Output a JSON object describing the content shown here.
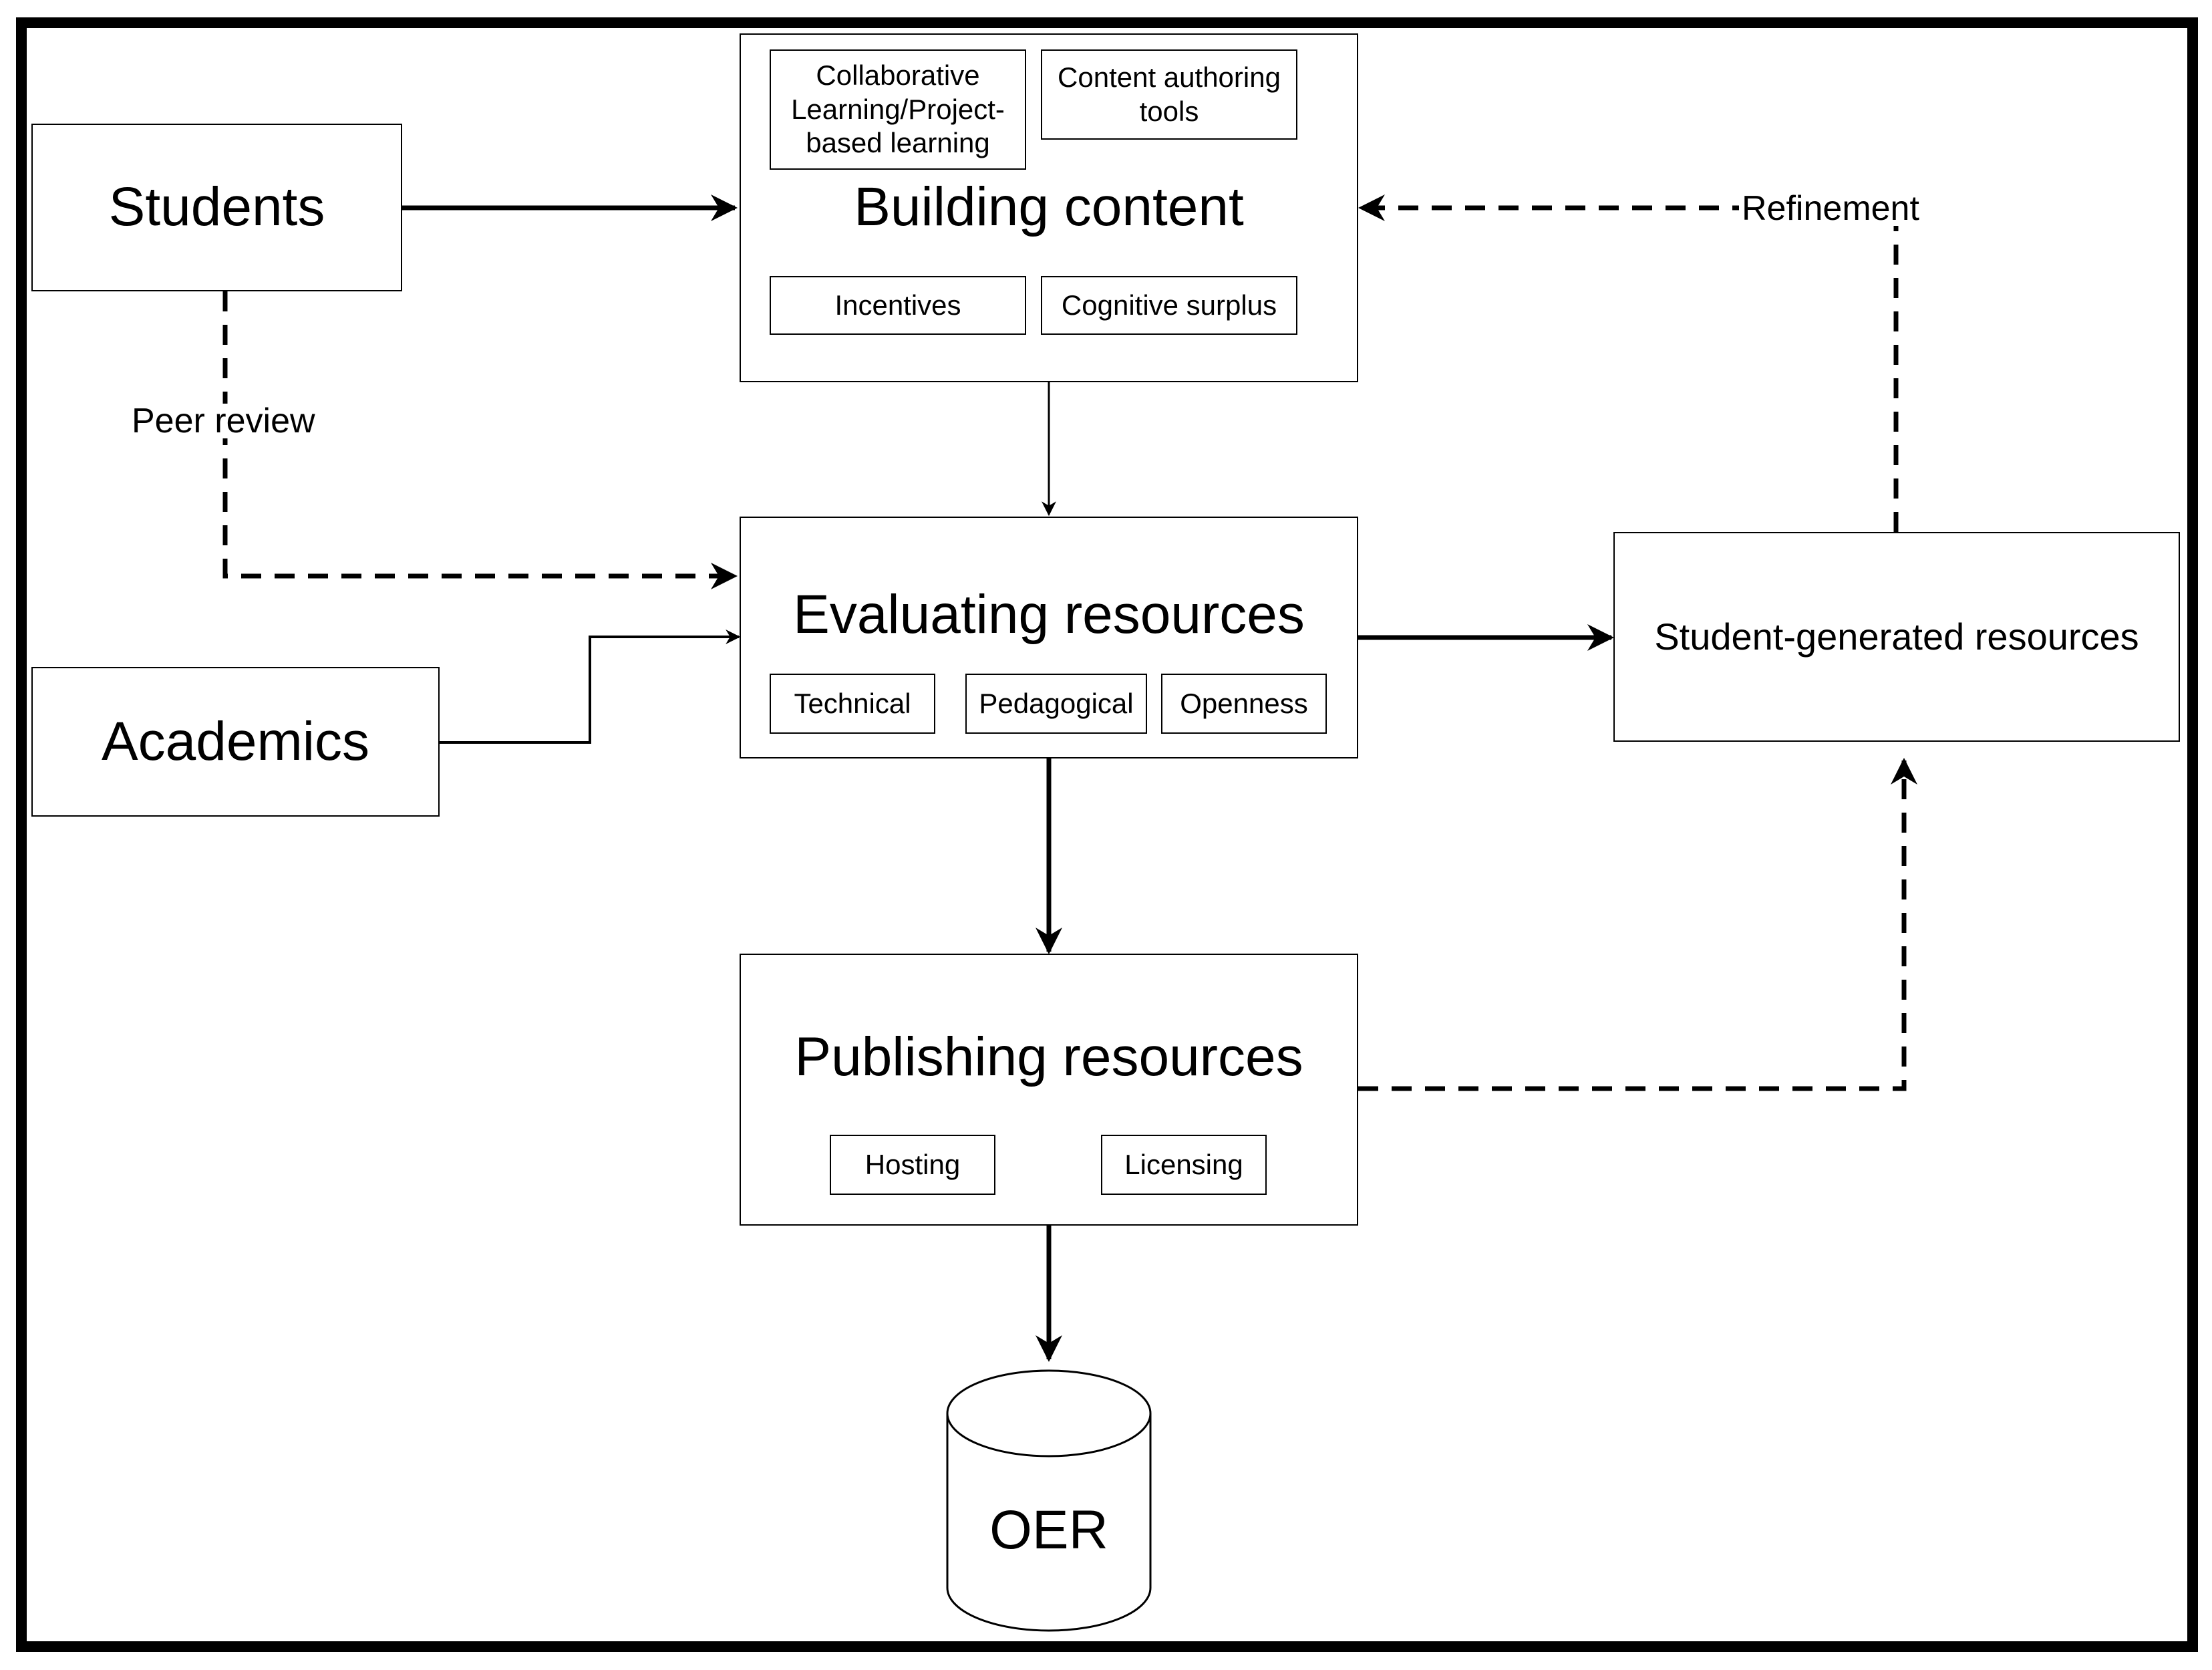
{
  "nodes": {
    "students": {
      "label": "Students"
    },
    "academics": {
      "label": "Academics"
    },
    "building_content": {
      "title": "Building content",
      "items": [
        "Collaborative Learning/Project-based learning",
        "Content authoring tools",
        "Incentives",
        "Cognitive surplus"
      ]
    },
    "evaluating_resources": {
      "title": "Evaluating resources",
      "items": [
        "Technical",
        "Pedagogical",
        "Openness"
      ]
    },
    "publishing_resources": {
      "title": "Publishing resources",
      "items": [
        "Hosting",
        "Licensing"
      ]
    },
    "student_generated": {
      "label": "Student-generated resources"
    },
    "oer": {
      "label": "OER"
    }
  },
  "edges": {
    "peer_review": "Peer review",
    "refinement": "Refinement"
  }
}
